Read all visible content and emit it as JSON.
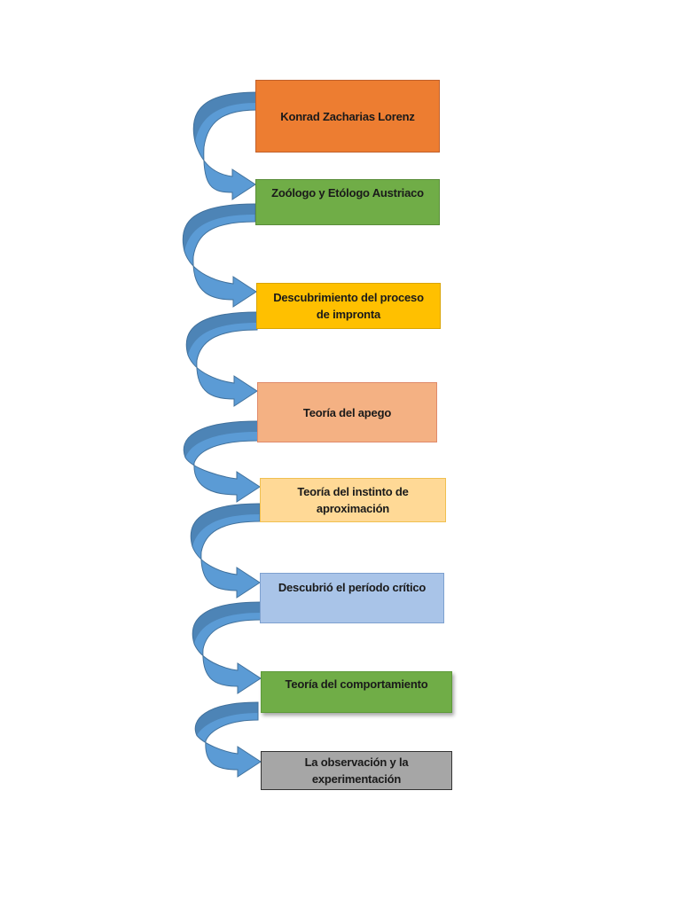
{
  "diagram": {
    "nodes": [
      {
        "label": "Konrad Zacharias Lorenz",
        "color": "#ed7d31"
      },
      {
        "label": "Zoólogo y Etólogo Austriaco",
        "color": "#70ad47"
      },
      {
        "label": "Descubrimiento del proceso de impronta",
        "color": "#ffc000"
      },
      {
        "label": "Teoría del apego",
        "color": "#f4b183"
      },
      {
        "label": "Teoría del instinto de aproximación",
        "color": "#ffd996"
      },
      {
        "label": "Descubrió el período crítico",
        "color": "#a9c4e8"
      },
      {
        "label": "Teoría del comportamiento",
        "color": "#70ad47"
      },
      {
        "label": "La observación y la experimentación",
        "color": "#a6a6a6"
      }
    ],
    "arrow_color": "#5b9bd5",
    "arrow_shadow_color": "#41719c"
  }
}
